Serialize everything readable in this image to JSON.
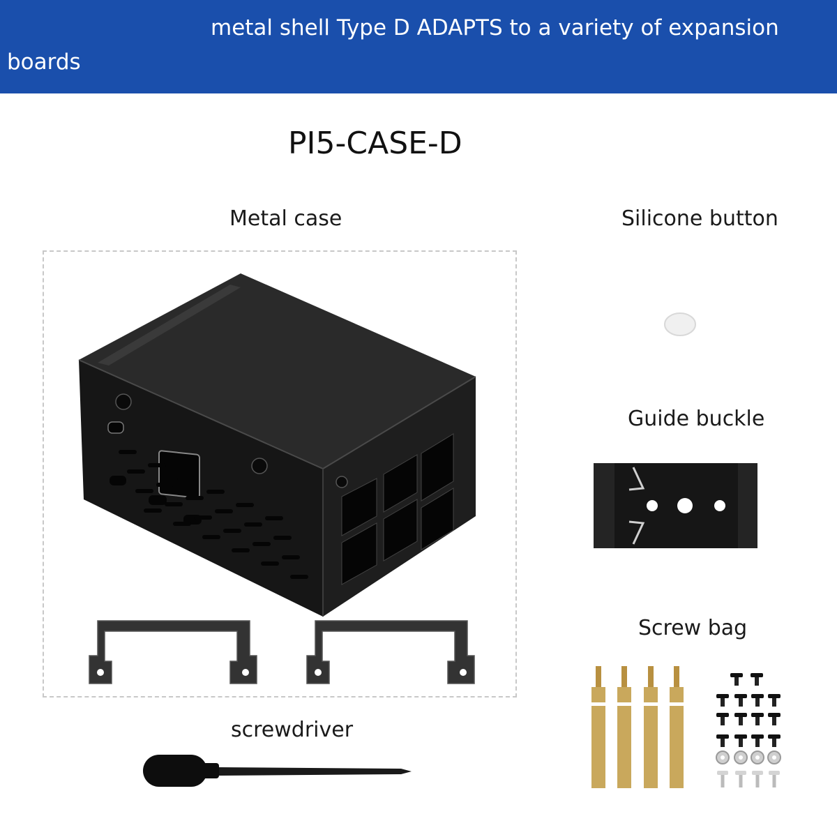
{
  "banner": {
    "line1": "metal shell Type D ADAPTS to a variety of expansion",
    "line2": "boards",
    "color": "#1a4fac"
  },
  "model_name": "PI5-CASE-D",
  "labels": {
    "metal_case": "Metal case",
    "silicone_button": "Silicone button",
    "guide_buckle": "Guide buckle",
    "screw_bag": "Screw bag",
    "screwdriver": "screwdriver"
  },
  "colors": {
    "case_body": "#1c1c1c",
    "brass": "#c9a85c",
    "accent": "#1a4fac"
  }
}
